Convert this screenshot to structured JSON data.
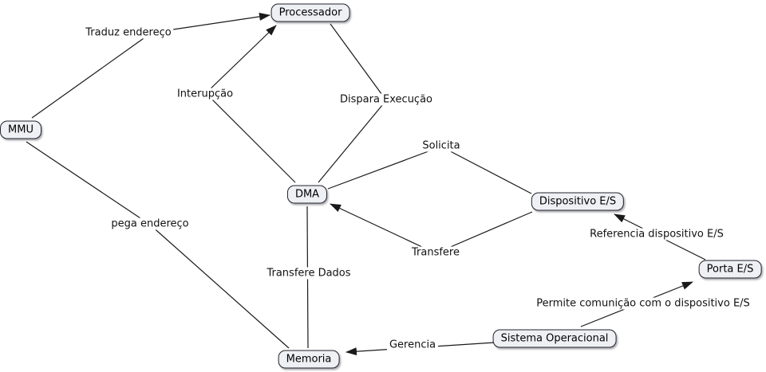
{
  "diagram_type": "concept-map",
  "nodes": {
    "processador": {
      "label": "Processador"
    },
    "mmu": {
      "label": "MMU"
    },
    "dma": {
      "label": "DMA"
    },
    "dispositivo_es": {
      "label": "Dispositivo E/S"
    },
    "porta_es": {
      "label": "Porta E/S"
    },
    "sistema_operacional": {
      "label": "Sistema Operacional"
    },
    "memoria": {
      "label": "Memoria"
    }
  },
  "edges": {
    "traduz_endereco": {
      "label": "Traduz endereço",
      "from": "MMU",
      "to": "Processador",
      "directed": true
    },
    "interupcao": {
      "label": "Interupção",
      "from": "DMA",
      "to": "Processador",
      "directed": true
    },
    "dispara_execucao": {
      "label": "Dispara Execução",
      "from": "Processador",
      "to": "DMA",
      "directed": false
    },
    "solicita": {
      "label": "Solicita",
      "from": "DMA",
      "to": "Dispositivo E/S",
      "directed": false
    },
    "transfere": {
      "label": "Transfere",
      "from": "Dispositivo E/S",
      "to": "DMA",
      "directed": true
    },
    "pega_endereco": {
      "label": "pega endereço",
      "from": "MMU",
      "to": "Memoria",
      "directed": false
    },
    "transfere_dados": {
      "label": "Transfere Dados",
      "from": "DMA",
      "to": "Memoria",
      "directed": false
    },
    "referencia_dispositivo": {
      "label": "Referencia dispositivo E/S",
      "from": "Porta E/S",
      "to": "Dispositivo E/S",
      "directed": true
    },
    "permite_comunicao": {
      "label": "Permite comunição com o dispositivo E/S",
      "from": "Sistema Operacional",
      "to": "Porta E/S",
      "directed": true
    },
    "gerencia": {
      "label": "Gerencia",
      "from": "Sistema Operacional",
      "to": "Memoria",
      "directed": true
    }
  },
  "colors": {
    "background": "#ffffff",
    "node_fill": "#eef0f4",
    "node_border": "#23232e",
    "line": "#1a1a1a",
    "text": "#000000"
  }
}
